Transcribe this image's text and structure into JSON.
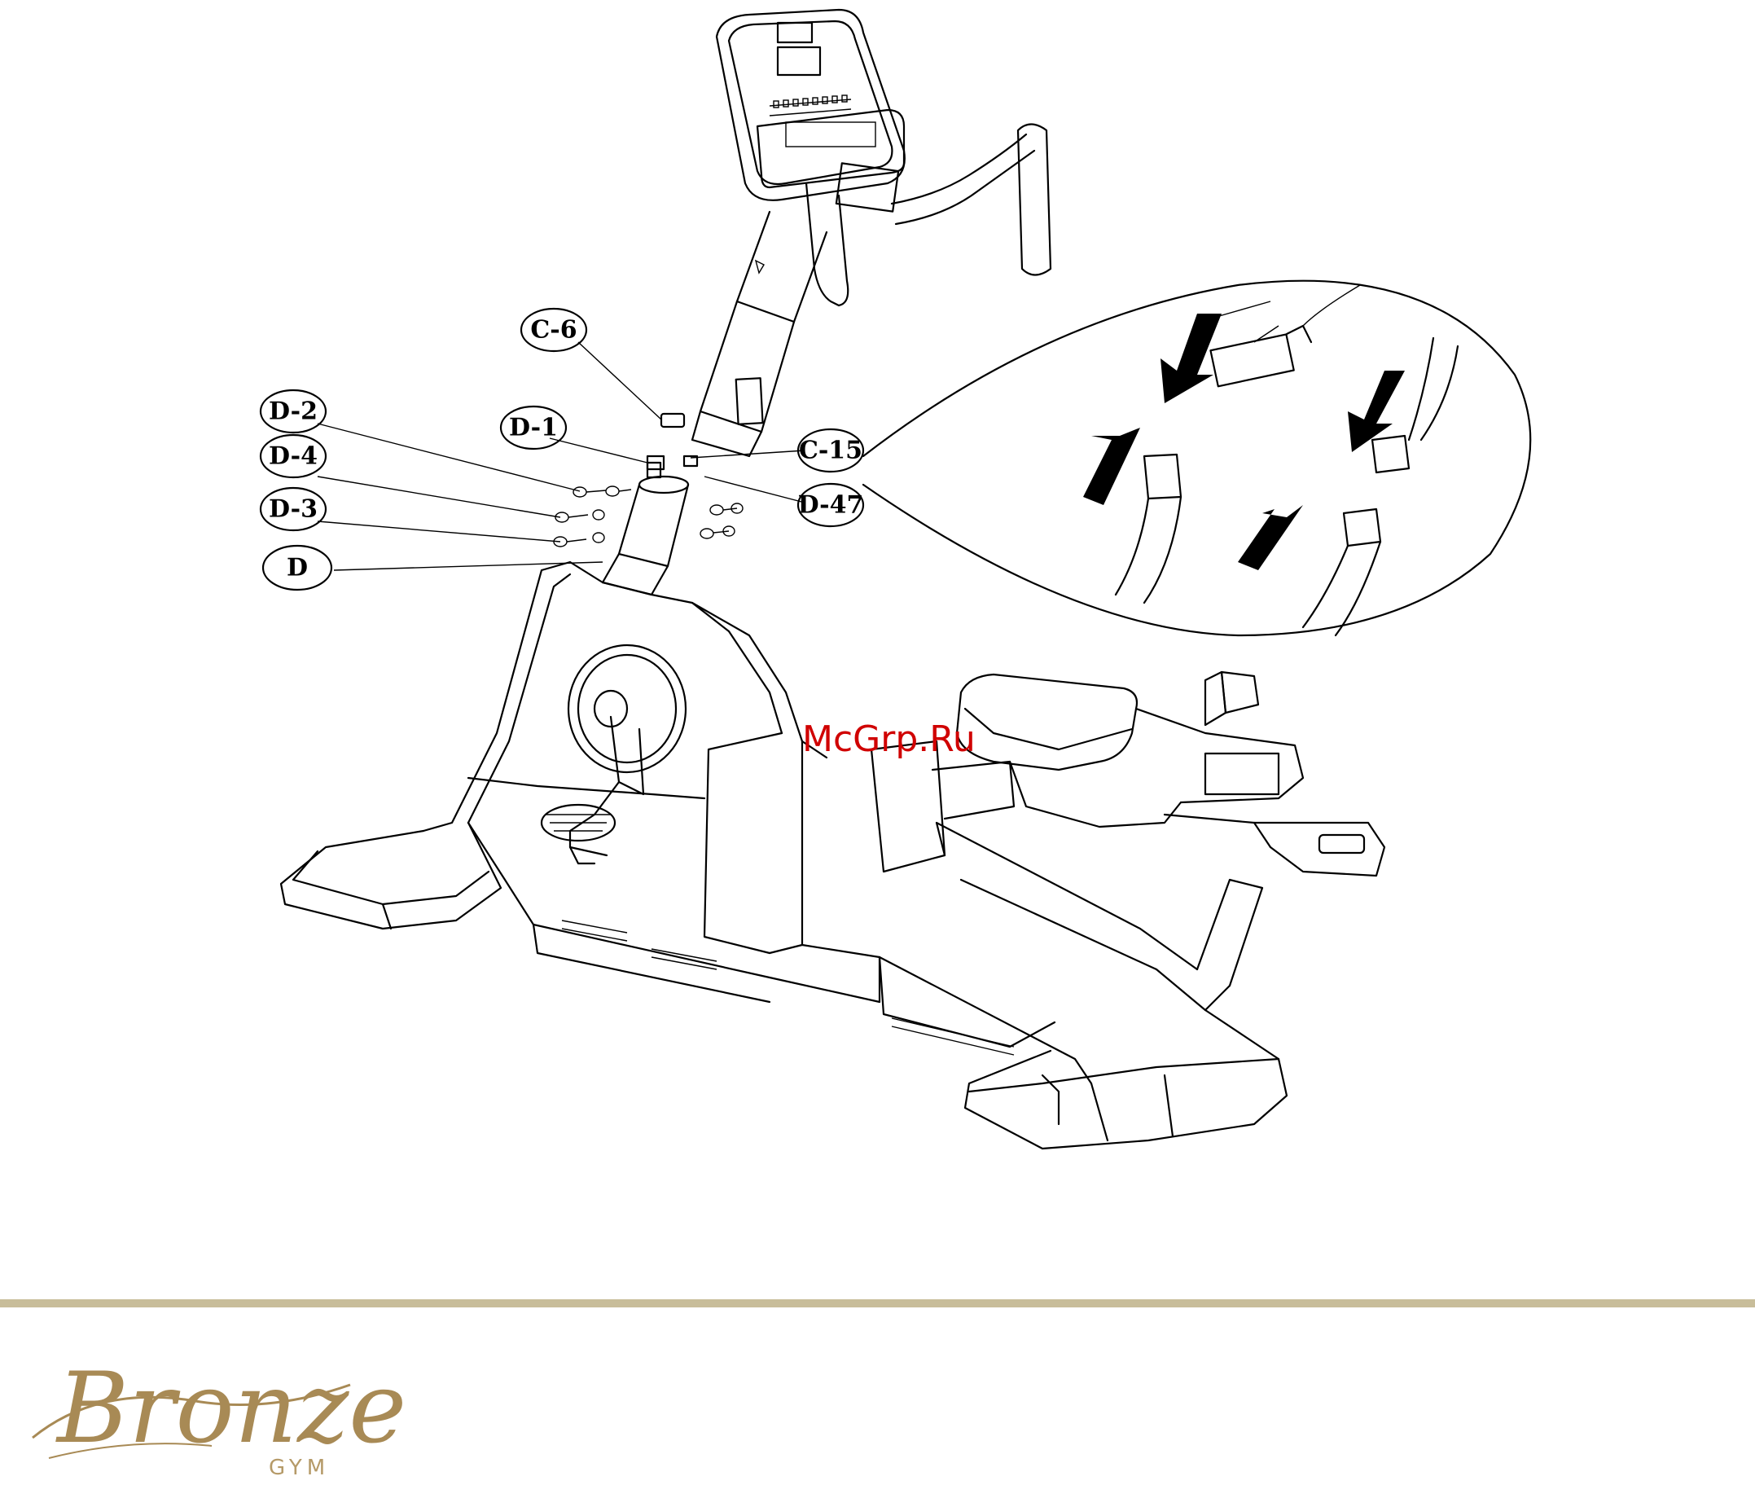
{
  "callouts": [
    {
      "id": "c6",
      "text": "C-6"
    },
    {
      "id": "d2",
      "text": "D-2"
    },
    {
      "id": "d1",
      "text": "D-1"
    },
    {
      "id": "d4",
      "text": "D-4"
    },
    {
      "id": "c15",
      "text": "C-15"
    },
    {
      "id": "d3",
      "text": "D-3"
    },
    {
      "id": "d47",
      "text": "D-47"
    },
    {
      "id": "d",
      "text": "D"
    }
  ],
  "watermark": "McGrp.Ru",
  "brand": {
    "name": "Bronze",
    "sub": "GYM",
    "rule_color": "#c8bd9a",
    "logo_color": "#a88a55"
  },
  "colors": {
    "line": "#000000",
    "watermark": "#d00000"
  }
}
